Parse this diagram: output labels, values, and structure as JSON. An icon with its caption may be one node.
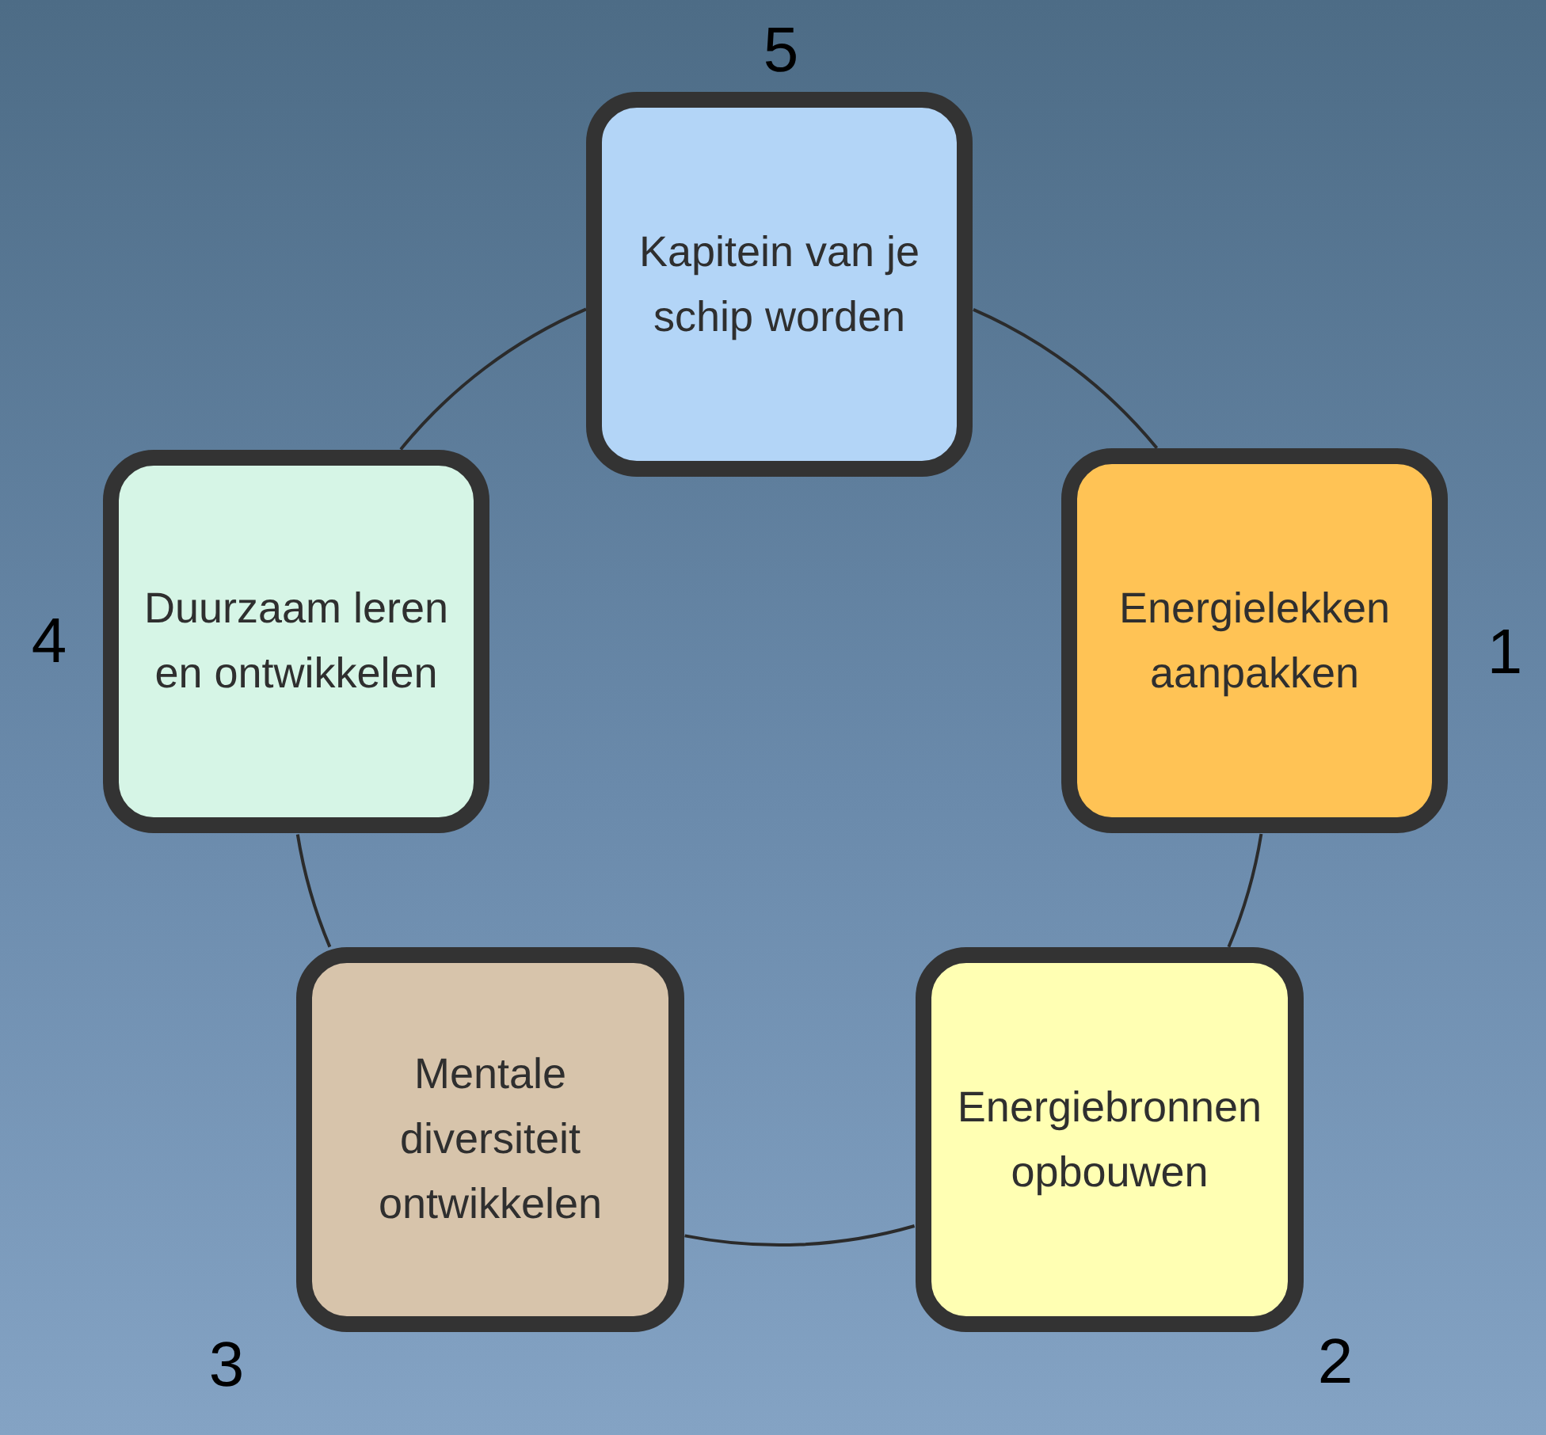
{
  "diagram": {
    "nodes": [
      {
        "text": [
          "Kapitein van je schip worden"
        ],
        "beside": [
          "5"
        ]
      },
      {
        "text": [
          "Duurzaam leren en ontwikkelen"
        ],
        "beside": [
          "4"
        ]
      },
      {
        "text": [
          "Energielekken aanpakken"
        ],
        "beside": [
          "1"
        ]
      },
      {
        "text": [
          "Mentale diversiteit ontwikkelen"
        ],
        "beside": [
          "3"
        ]
      },
      {
        "text": [
          "Energiebronnen opbouwen"
        ],
        "beside": [
          "2"
        ]
      }
    ],
    "edges": [
      {
        "from": 0,
        "to": 2,
        "arrow": "none"
      },
      {
        "from": 2,
        "to": 4,
        "arrow": "none"
      },
      {
        "from": 4,
        "to": 3,
        "arrow": "none"
      },
      {
        "from": 3,
        "to": 1,
        "arrow": "none"
      },
      {
        "from": 1,
        "to": 0,
        "arrow": "none"
      }
    ]
  }
}
